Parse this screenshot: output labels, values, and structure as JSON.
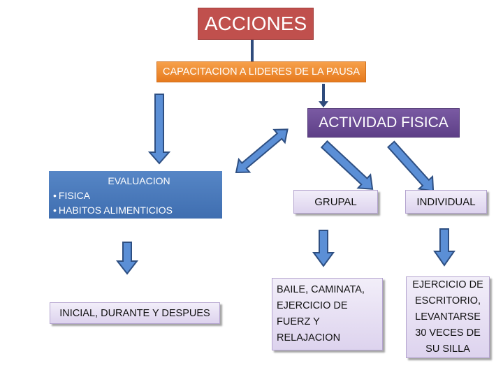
{
  "title": "ACCIONES",
  "capacitacion": "CAPACITACION A LIDERES DE LA PAUSA",
  "actividad": "ACTIVIDAD FISICA",
  "evaluacion": {
    "title": "EVALUACION",
    "items": [
      "FISICA",
      "HABITOS ALIMENTICIOS"
    ]
  },
  "grupal": "GRUPAL",
  "individual": "INDIVIDUAL",
  "inicial": "INICIAL, DURANTE Y DESPUES",
  "baile_lines": [
    "BAILE, CAMINATA,",
    "EJERCICIO DE",
    "FUERZ Y",
    "RELAJACION"
  ],
  "ejercicio_lines": [
    "EJERCICIO DE",
    "ESCRITORIO,",
    "LEVANTARSE",
    "30 VECES DE",
    "SU SILLA"
  ],
  "colors": {
    "title_fill": "#c0504d",
    "capacitacion_fill": "#f08c30",
    "actividad_fill": "#6b4c98",
    "evaluacion_fill": "#4f81bd",
    "lavender_fill": "#e4dcf1",
    "arrow_fill": "#5b8fd6",
    "arrow_outline": "#2e4f82",
    "connector": "#2f4b7c"
  }
}
